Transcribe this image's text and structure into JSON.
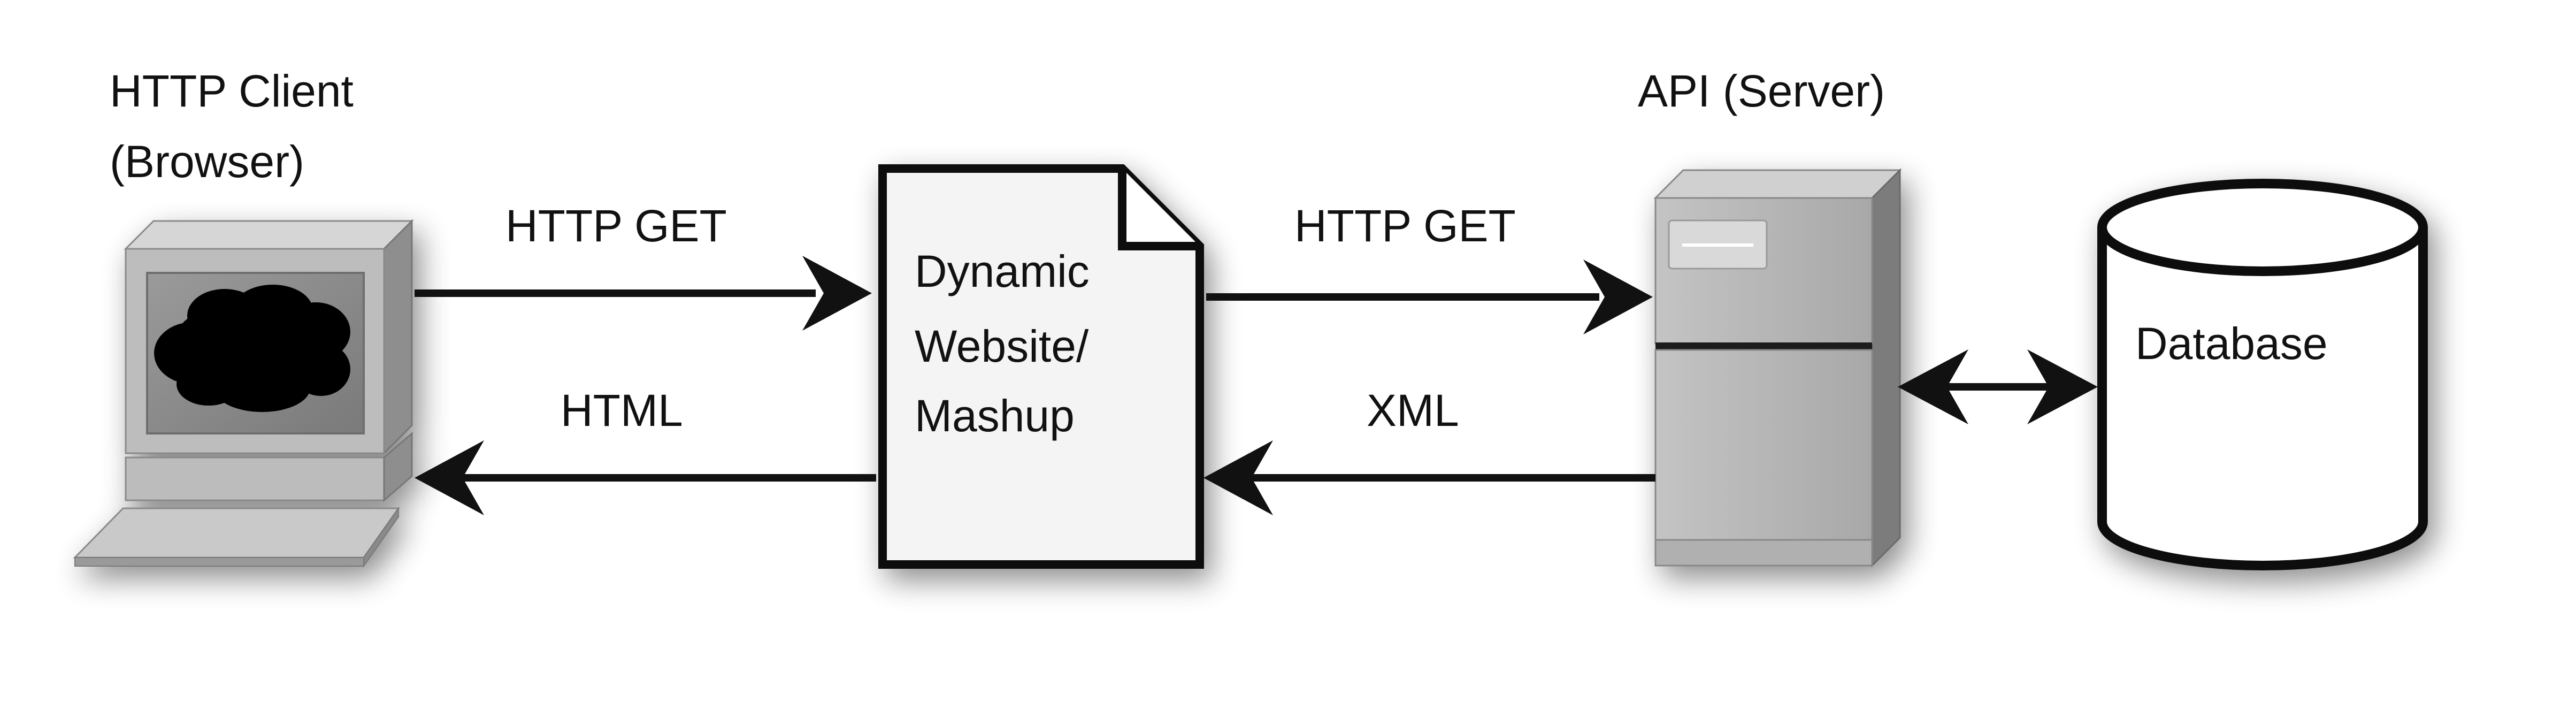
{
  "client": {
    "title_line1": "HTTP Client",
    "title_line2": "(Browser)",
    "icon": "computer-with-cloud-icon"
  },
  "middle": {
    "line1": "Dynamic",
    "line2": "Website/",
    "line3": "Mashup",
    "icon": "document-icon"
  },
  "server": {
    "title": "API (Server)",
    "icon": "server-tower-icon"
  },
  "database": {
    "label": "Database",
    "icon": "database-cylinder-icon"
  },
  "arrows": {
    "client_to_site": "HTTP GET",
    "site_to_client": "HTML",
    "site_to_server": "HTTP GET",
    "server_to_site": "XML"
  },
  "colors": {
    "stroke": "#111111",
    "device_gray": "#b4b4b4",
    "device_dark": "#8c8c8c",
    "document_fill": "#f4f4f4",
    "database_fill": "#ffffff"
  }
}
